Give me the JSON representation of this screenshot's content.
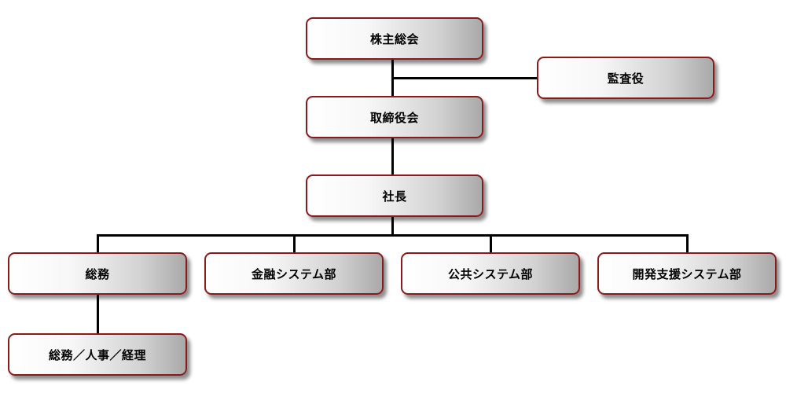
{
  "org_chart": {
    "shareholders_meeting": "株主総会",
    "auditor": "監査役",
    "board_of_directors": "取締役会",
    "president": "社長",
    "departments": [
      "総務",
      "金融システム部",
      "公共システム部",
      "開発支援システム部"
    ],
    "general_affairs_sub": "総務／人事／経理"
  },
  "colors": {
    "box_border": "#8b1a1a",
    "connector": "#000000",
    "gradient_light": "#ffffff",
    "gradient_dark": "#a9a9a9"
  }
}
